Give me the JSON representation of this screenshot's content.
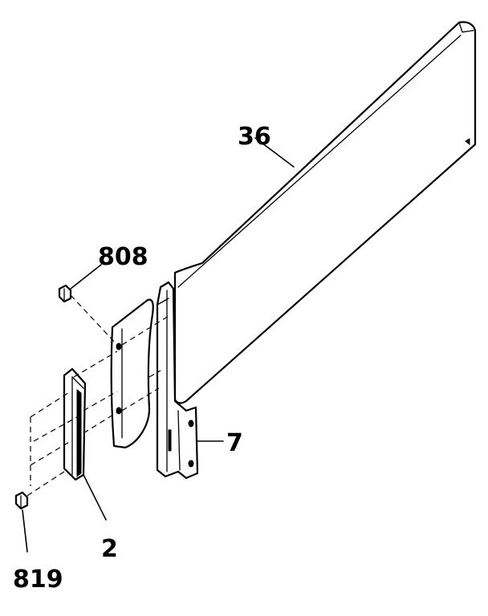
{
  "diagram": {
    "labels": {
      "rail": "36",
      "bracket": "7",
      "screw_upper": "808",
      "end_cap": "2",
      "screw_lower": "819"
    }
  }
}
